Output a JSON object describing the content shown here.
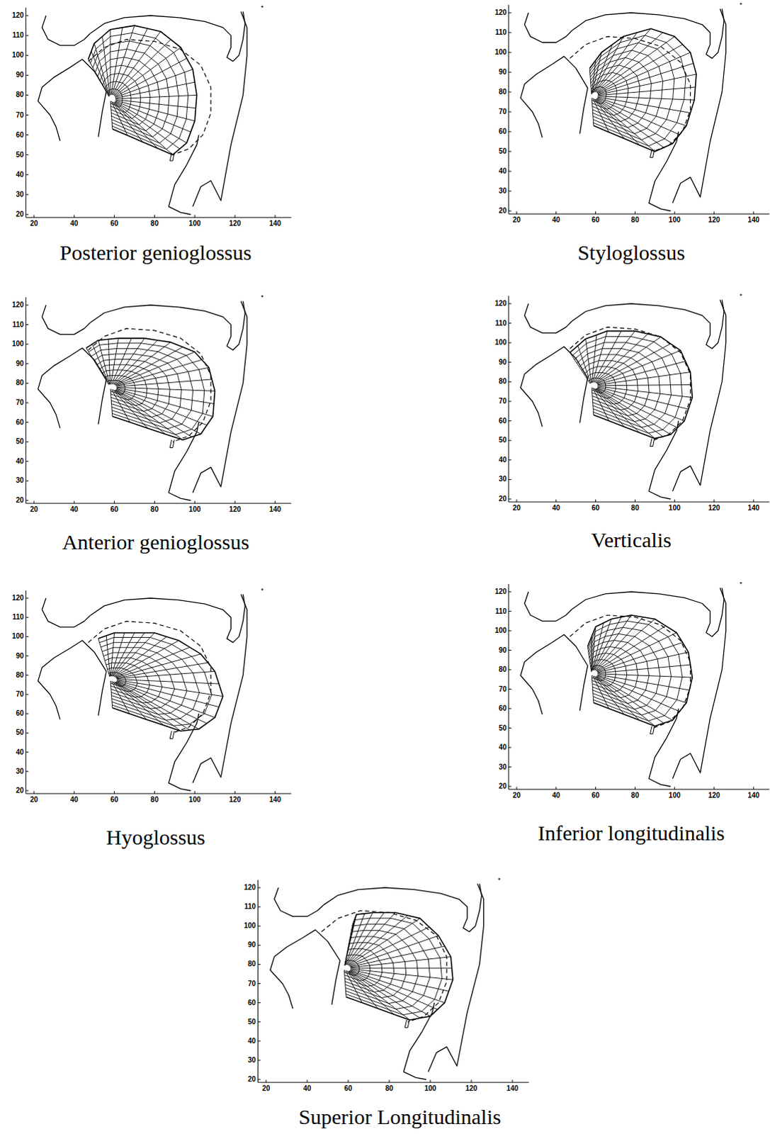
{
  "diagram": {
    "labels": [
      "120",
      "110",
      "100",
      "90",
      "80",
      "70",
      "60",
      "50",
      "40",
      "30",
      "20",
      "20",
      "40",
      "60",
      "80",
      "100",
      "120",
      "140",
      "Posterior genioglossus",
      "120",
      "110",
      "100",
      "90",
      "80",
      "70",
      "60",
      "50",
      "40",
      "30",
      "20",
      "20",
      "40",
      "60",
      "80",
      "100",
      "120",
      "140",
      "Styloglossus",
      "120",
      "110",
      "100",
      "90",
      "80",
      "70",
      "60",
      "50",
      "40",
      "30",
      "20",
      "20",
      "40",
      "60",
      "80",
      "100",
      "120",
      "140",
      "Anterior genioglossus",
      "120",
      "110",
      "100",
      "90",
      "80",
      "70",
      "60",
      "50",
      "40",
      "30",
      "20",
      "20",
      "40",
      "60",
      "80",
      "100",
      "120",
      "140",
      "Verticalis",
      "120",
      "110",
      "100",
      "90",
      "80",
      "70",
      "60",
      "50",
      "40",
      "30",
      "20",
      "20",
      "40",
      "60",
      "80",
      "100",
      "120",
      "140",
      "Hyoglossus",
      "120",
      "110",
      "100",
      "90",
      "80",
      "70",
      "60",
      "50",
      "40",
      "30",
      "20",
      "20",
      "40",
      "60",
      "80",
      "100",
      "120",
      "140",
      "Inferior longitudinalis",
      "120",
      "110",
      "100",
      "90",
      "80",
      "70",
      "60",
      "50",
      "40",
      "30",
      "20",
      "20",
      "40",
      "60",
      "80",
      "100",
      "120",
      "140",
      "Superior Longitudinalis"
    ]
  }
}
